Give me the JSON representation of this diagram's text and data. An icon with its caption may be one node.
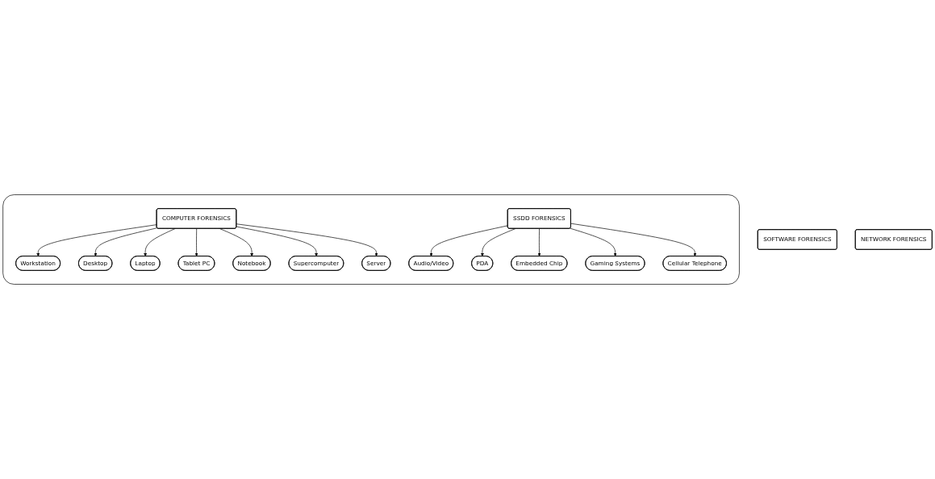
{
  "diagram": {
    "nodes": [
      {
        "text": [],
        "shape": "box"
      },
      {
        "text": [
          "Workstation"
        ],
        "in": 0
      },
      {
        "text": [
          "Desktop"
        ],
        "in": 0
      },
      {
        "text": [
          "Audio/Video"
        ],
        "in": 0
      },
      {
        "text": [
          "SOFTWARE FORENSICS"
        ]
      },
      {
        "text": [
          "Laptop"
        ],
        "in": 0
      },
      {
        "text": [
          "PDA"
        ],
        "in": 0
      },
      {
        "text": [
          "NETWORK FORENSICS"
        ]
      },
      {
        "text": [
          "COMPUTER FORENSICS"
        ],
        "in": 0
      },
      {
        "text": [
          "SSDD FORENSICS"
        ],
        "in": 0
      },
      {
        "text": [
          "Tablet PC"
        ],
        "in": 0
      },
      {
        "text": [
          "Embedded Chip"
        ],
        "in": 0
      },
      {
        "text": [
          "Notebook"
        ],
        "in": 0
      },
      {
        "text": [
          "Gaming Systems"
        ],
        "in": 0
      },
      {
        "text": [
          "Supercomputer"
        ],
        "in": 0
      },
      {
        "text": [
          "Server"
        ],
        "in": 0
      },
      {
        "text": [
          "Cellular Telephone"
        ],
        "in": 0
      }
    ],
    "edges": [
      {
        "from": 8,
        "to": 1,
        "arrow": "to"
      },
      {
        "from": 8,
        "to": 2,
        "arrow": "to"
      },
      {
        "from": 8,
        "to": 5,
        "arrow": "to"
      },
      {
        "from": 8,
        "to": 10,
        "arrow": "to"
      },
      {
        "from": 8,
        "to": 12,
        "arrow": "to"
      },
      {
        "from": 8,
        "to": 14,
        "arrow": "to"
      },
      {
        "from": 8,
        "to": 15,
        "arrow": "to"
      },
      {
        "from": 9,
        "to": 3,
        "arrow": "to"
      },
      {
        "from": 9,
        "to": 6,
        "arrow": "to"
      },
      {
        "from": 9,
        "to": 11,
        "arrow": "to"
      },
      {
        "from": 9,
        "to": 13,
        "arrow": "to"
      },
      {
        "from": 9,
        "to": 16,
        "arrow": "to"
      }
    ]
  }
}
